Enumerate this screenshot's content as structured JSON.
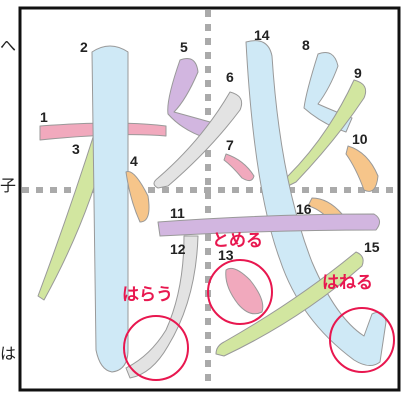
{
  "side_text": [
    "へ",
    "子",
    "は"
  ],
  "stroke_numbers": [
    "1",
    "2",
    "3",
    "4",
    "5",
    "6",
    "7",
    "8",
    "9",
    "10",
    "11",
    "12",
    "13",
    "14",
    "15",
    "16"
  ],
  "annotations": {
    "harau": "はらう",
    "tomeru": "とめる",
    "haneru": "はねる"
  },
  "colors": {
    "blue_stroke": "#cfe9f6",
    "green_stroke": "#d2e6a0",
    "pink_stroke": "#f1a9bd",
    "purple_stroke": "#d2b6e0",
    "orange_stroke": "#f6c58a",
    "gray_stroke": "#e3e3e3",
    "highlight": "#e8174f",
    "frame": "#111111",
    "guide": "#aaaaaa"
  }
}
